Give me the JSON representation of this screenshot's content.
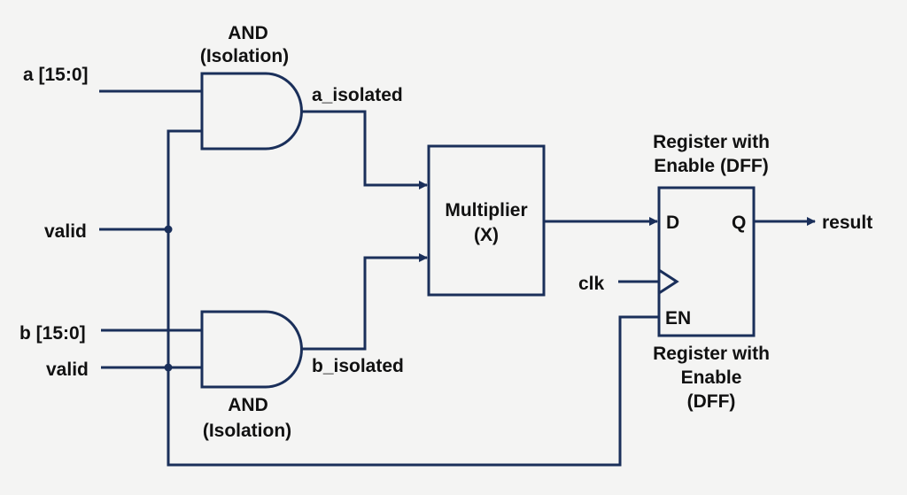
{
  "colors": {
    "wire": "#1a2f5a",
    "text": "#111111",
    "background": "#f4f4f3"
  },
  "inputs": {
    "a": "a [15:0]",
    "valid_top": "valid",
    "b": "b [15:0]",
    "valid_bottom": "valid",
    "clk": "clk"
  },
  "gates": {
    "and_top": {
      "title": "AND",
      "subtitle": "(Isolation)",
      "output": "a_isolated"
    },
    "and_bottom": {
      "title": "AND",
      "subtitle": "(Isolation)",
      "output": "b_isolated"
    }
  },
  "multiplier": {
    "line1": "Multiplier",
    "line2": "(X)"
  },
  "register": {
    "title_top": [
      "Register with",
      "Enable (DFF)"
    ],
    "title_bottom": [
      "Register with",
      "Enable",
      "(DFF)"
    ],
    "ports": {
      "d": "D",
      "q": "Q",
      "en": "EN"
    }
  },
  "output": "result"
}
